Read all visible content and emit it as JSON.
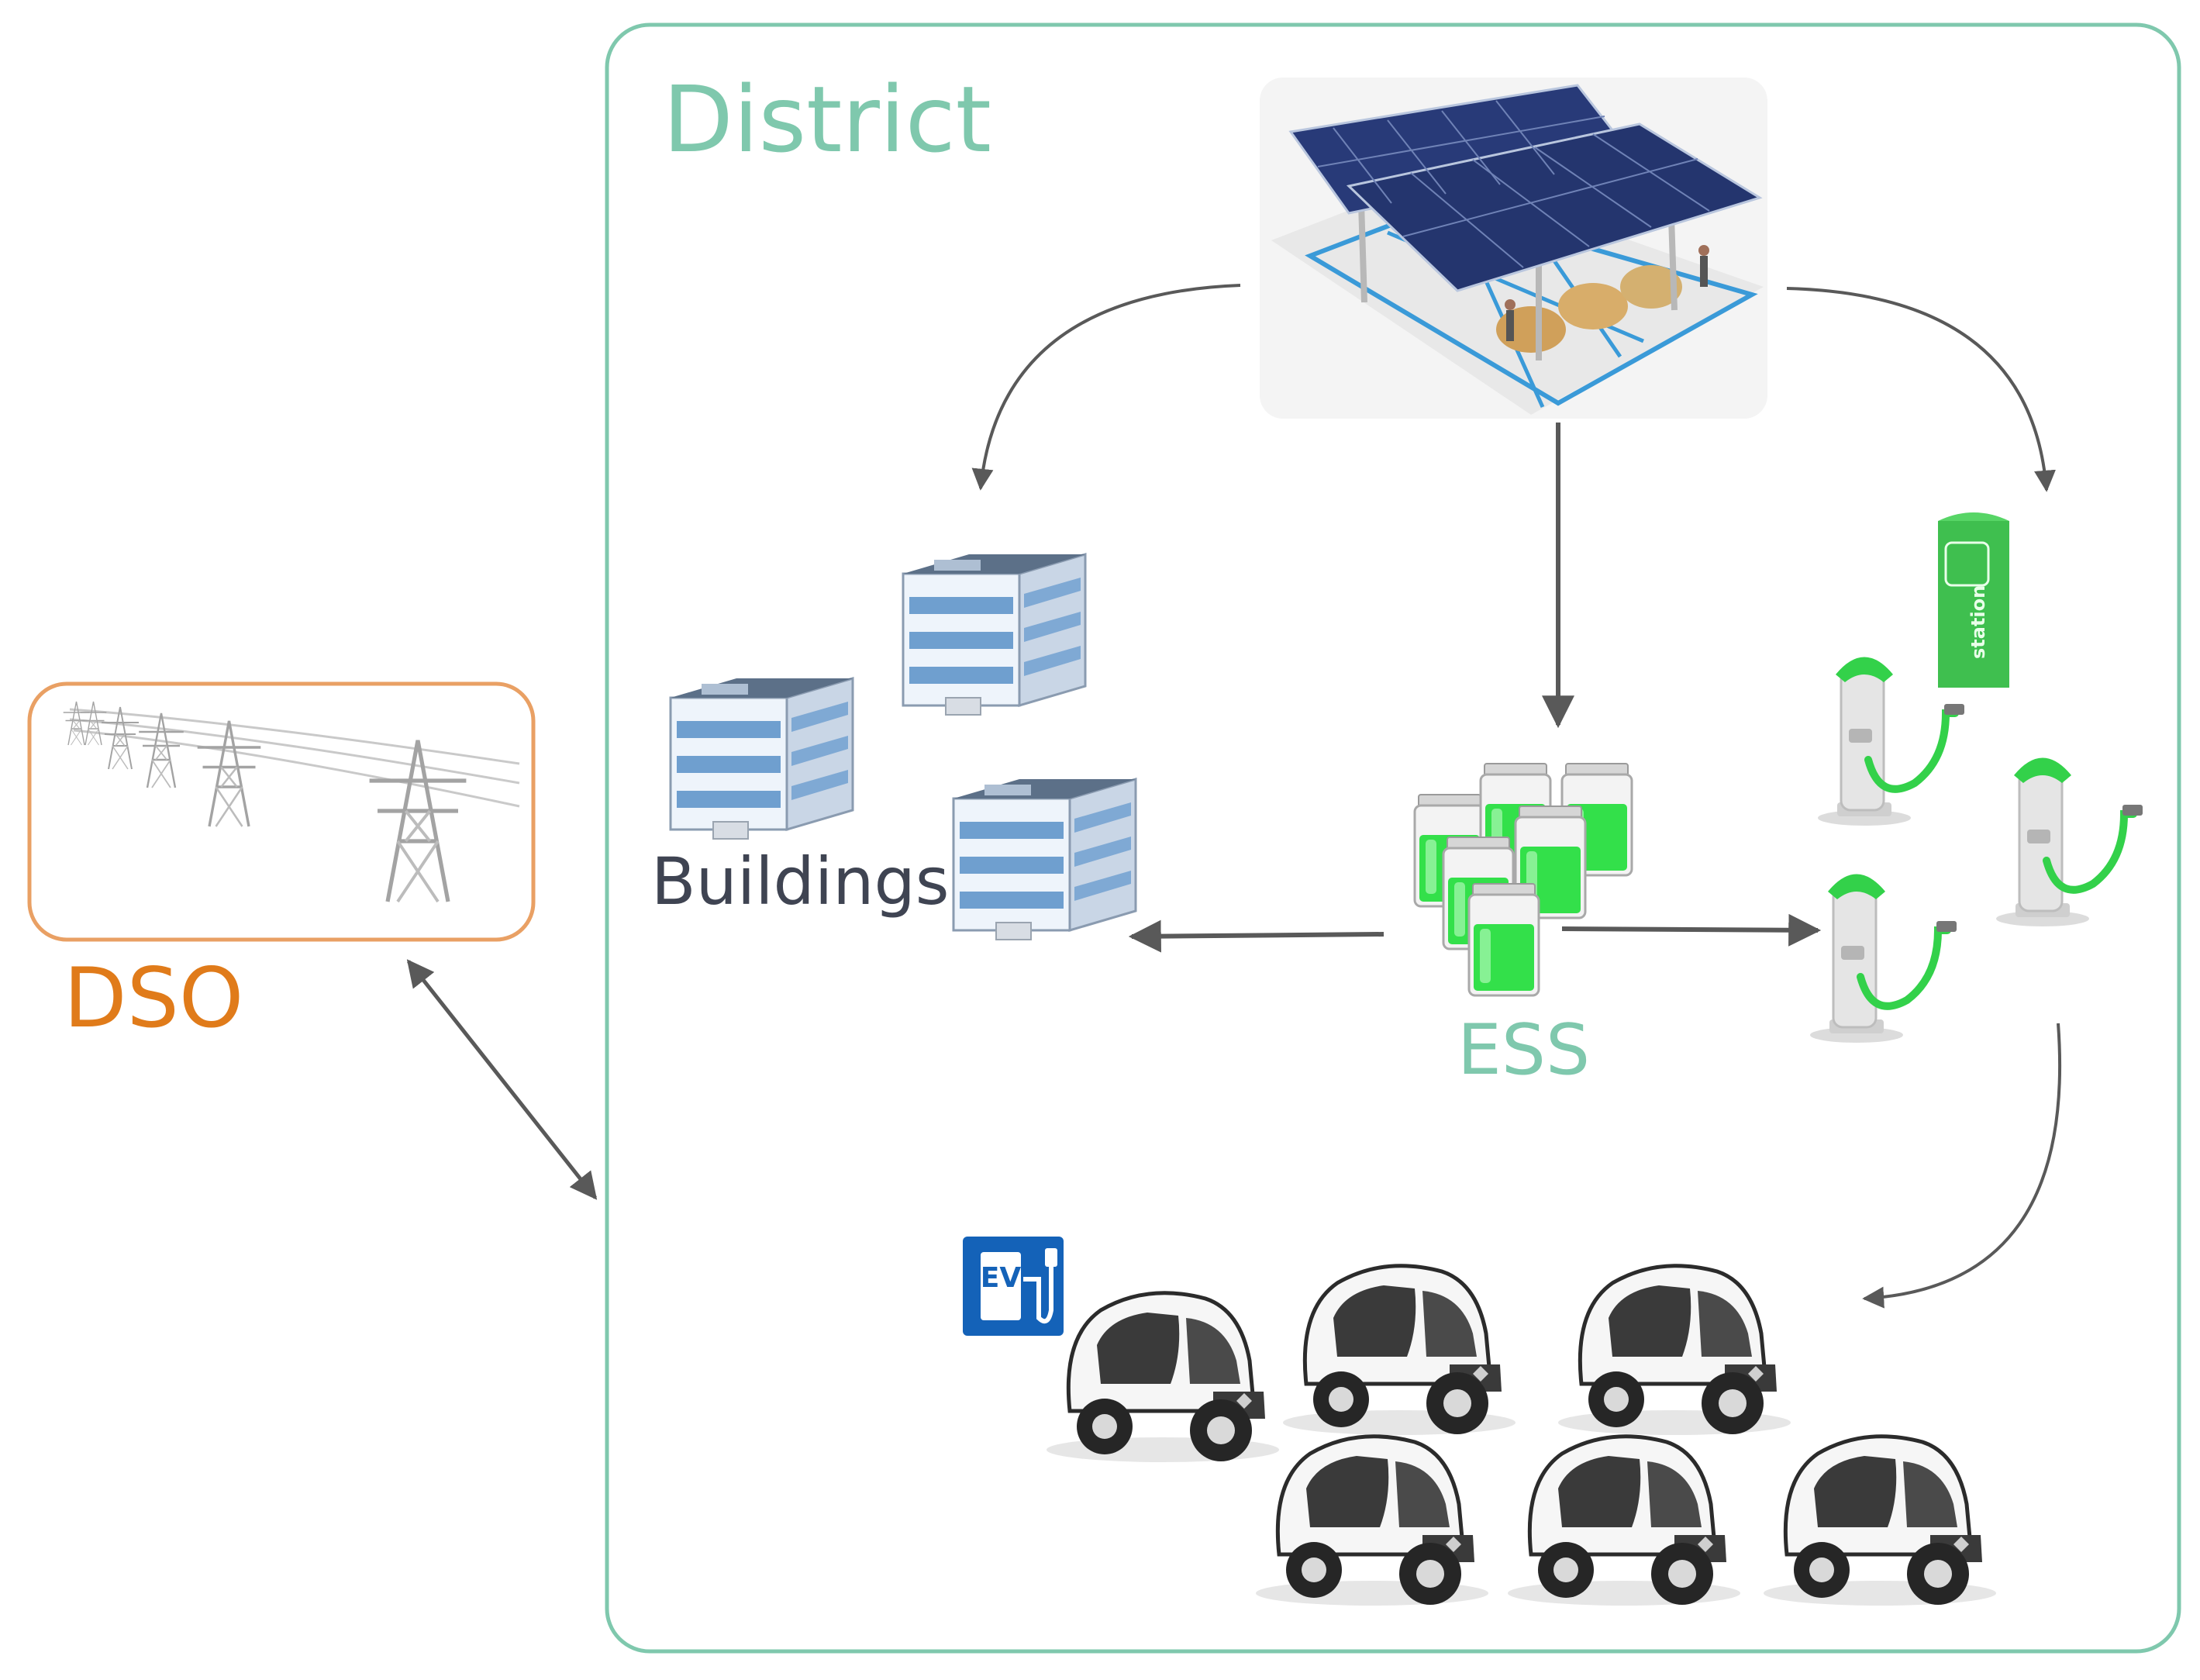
{
  "labels": {
    "district": "District",
    "dso": "DSO",
    "buildings": "Buildings",
    "ess": "ESS",
    "ev_sign_letters": "EV",
    "station_banner": "station"
  },
  "colors": {
    "district_accent": "#7fc8ad",
    "dso_accent": "#e07b1a",
    "buildings_text": "#3f4452",
    "arrow": "#595959",
    "battery_green": "#33e04a",
    "ev_sign_blue": "#1462b8",
    "solar_panel": "#283a78",
    "pylon_gray": "#9a9a9a"
  },
  "icons": [
    "pylons-icon",
    "solar-carport-icon",
    "building-icon",
    "battery-icon",
    "charging-station-icon",
    "station-banner-icon",
    "ev-sign-icon",
    "ev-car-icon"
  ]
}
